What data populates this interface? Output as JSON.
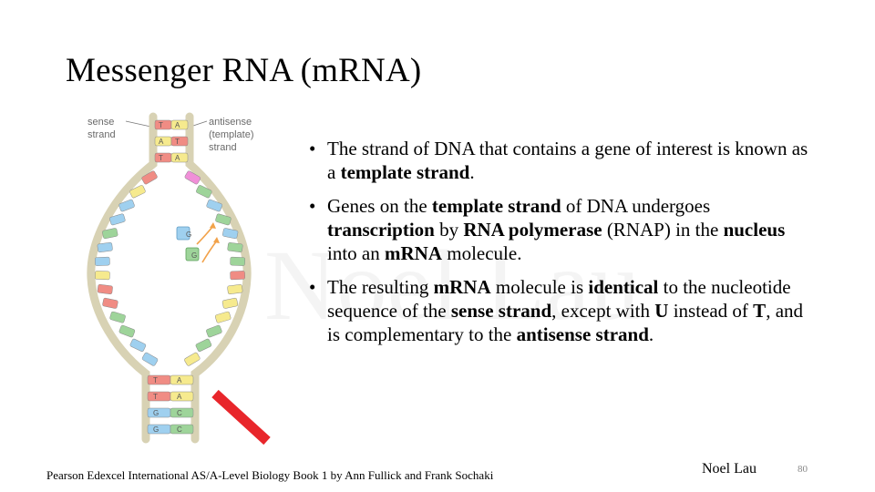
{
  "slide": {
    "title": "Messenger RNA (mRNA)",
    "watermark": "Noel Lau",
    "figure": {
      "label_sense": [
        "sense",
        "strand"
      ],
      "label_antisense": [
        "antisense",
        "(template)",
        "strand"
      ],
      "top_pairs": [
        [
          "T",
          "A"
        ],
        [
          "A",
          "T"
        ],
        [
          "T",
          "A"
        ]
      ],
      "bottom_pairs": [
        [
          "T",
          "A"
        ],
        [
          "T",
          "A"
        ],
        [
          "G",
          "C"
        ],
        [
          "G",
          "C"
        ]
      ],
      "nucleotide_G": "G"
    },
    "bullets": [
      [
        {
          "t": "The strand of DNA that contains a gene of interest is known as a ",
          "b": false
        },
        {
          "t": "template strand",
          "b": true
        },
        {
          "t": ".",
          "b": false
        }
      ],
      [
        {
          "t": "Genes on the ",
          "b": false
        },
        {
          "t": "template strand",
          "b": true
        },
        {
          "t": " of DNA undergoes ",
          "b": false
        },
        {
          "t": "transcription",
          "b": true
        },
        {
          "t": " by ",
          "b": false
        },
        {
          "t": "RNA polymerase",
          "b": true
        },
        {
          "t": " (RNAP) in the ",
          "b": false
        },
        {
          "t": "nucleus",
          "b": true
        },
        {
          "t": " into an ",
          "b": false
        },
        {
          "t": "mRNA",
          "b": true
        },
        {
          "t": " molecule.",
          "b": false
        }
      ],
      [
        {
          "t": "The resulting ",
          "b": false
        },
        {
          "t": "mRNA",
          "b": true
        },
        {
          "t": " molecule is ",
          "b": false
        },
        {
          "t": "identical",
          "b": true
        },
        {
          "t": " to the nucleotide sequence of the ",
          "b": false
        },
        {
          "t": "sense strand",
          "b": true
        },
        {
          "t": ", except with ",
          "b": false
        },
        {
          "t": "U",
          "b": true
        },
        {
          "t": " instead of ",
          "b": false
        },
        {
          "t": "T",
          "b": true
        },
        {
          "t": ", and is complementary to the ",
          "b": false
        },
        {
          "t": "antisense strand",
          "b": true
        },
        {
          "t": ".",
          "b": false
        }
      ]
    ],
    "bullet_symbol": "•",
    "footer_reference": "Pearson Edexcel International AS/A-Level Biology Book 1 by Ann Fullick and Frank Sochaki",
    "author": "Noel Lau",
    "page_number": "80",
    "colors": {
      "red": "#f08c84",
      "yellow": "#f6ea8e",
      "blue": "#9fd0ef",
      "green": "#9ed49a",
      "pink": "#f08fd8",
      "backbone": "#f4f1dc",
      "arrow": "#f2a24a",
      "pencil": "#e8262b"
    }
  }
}
